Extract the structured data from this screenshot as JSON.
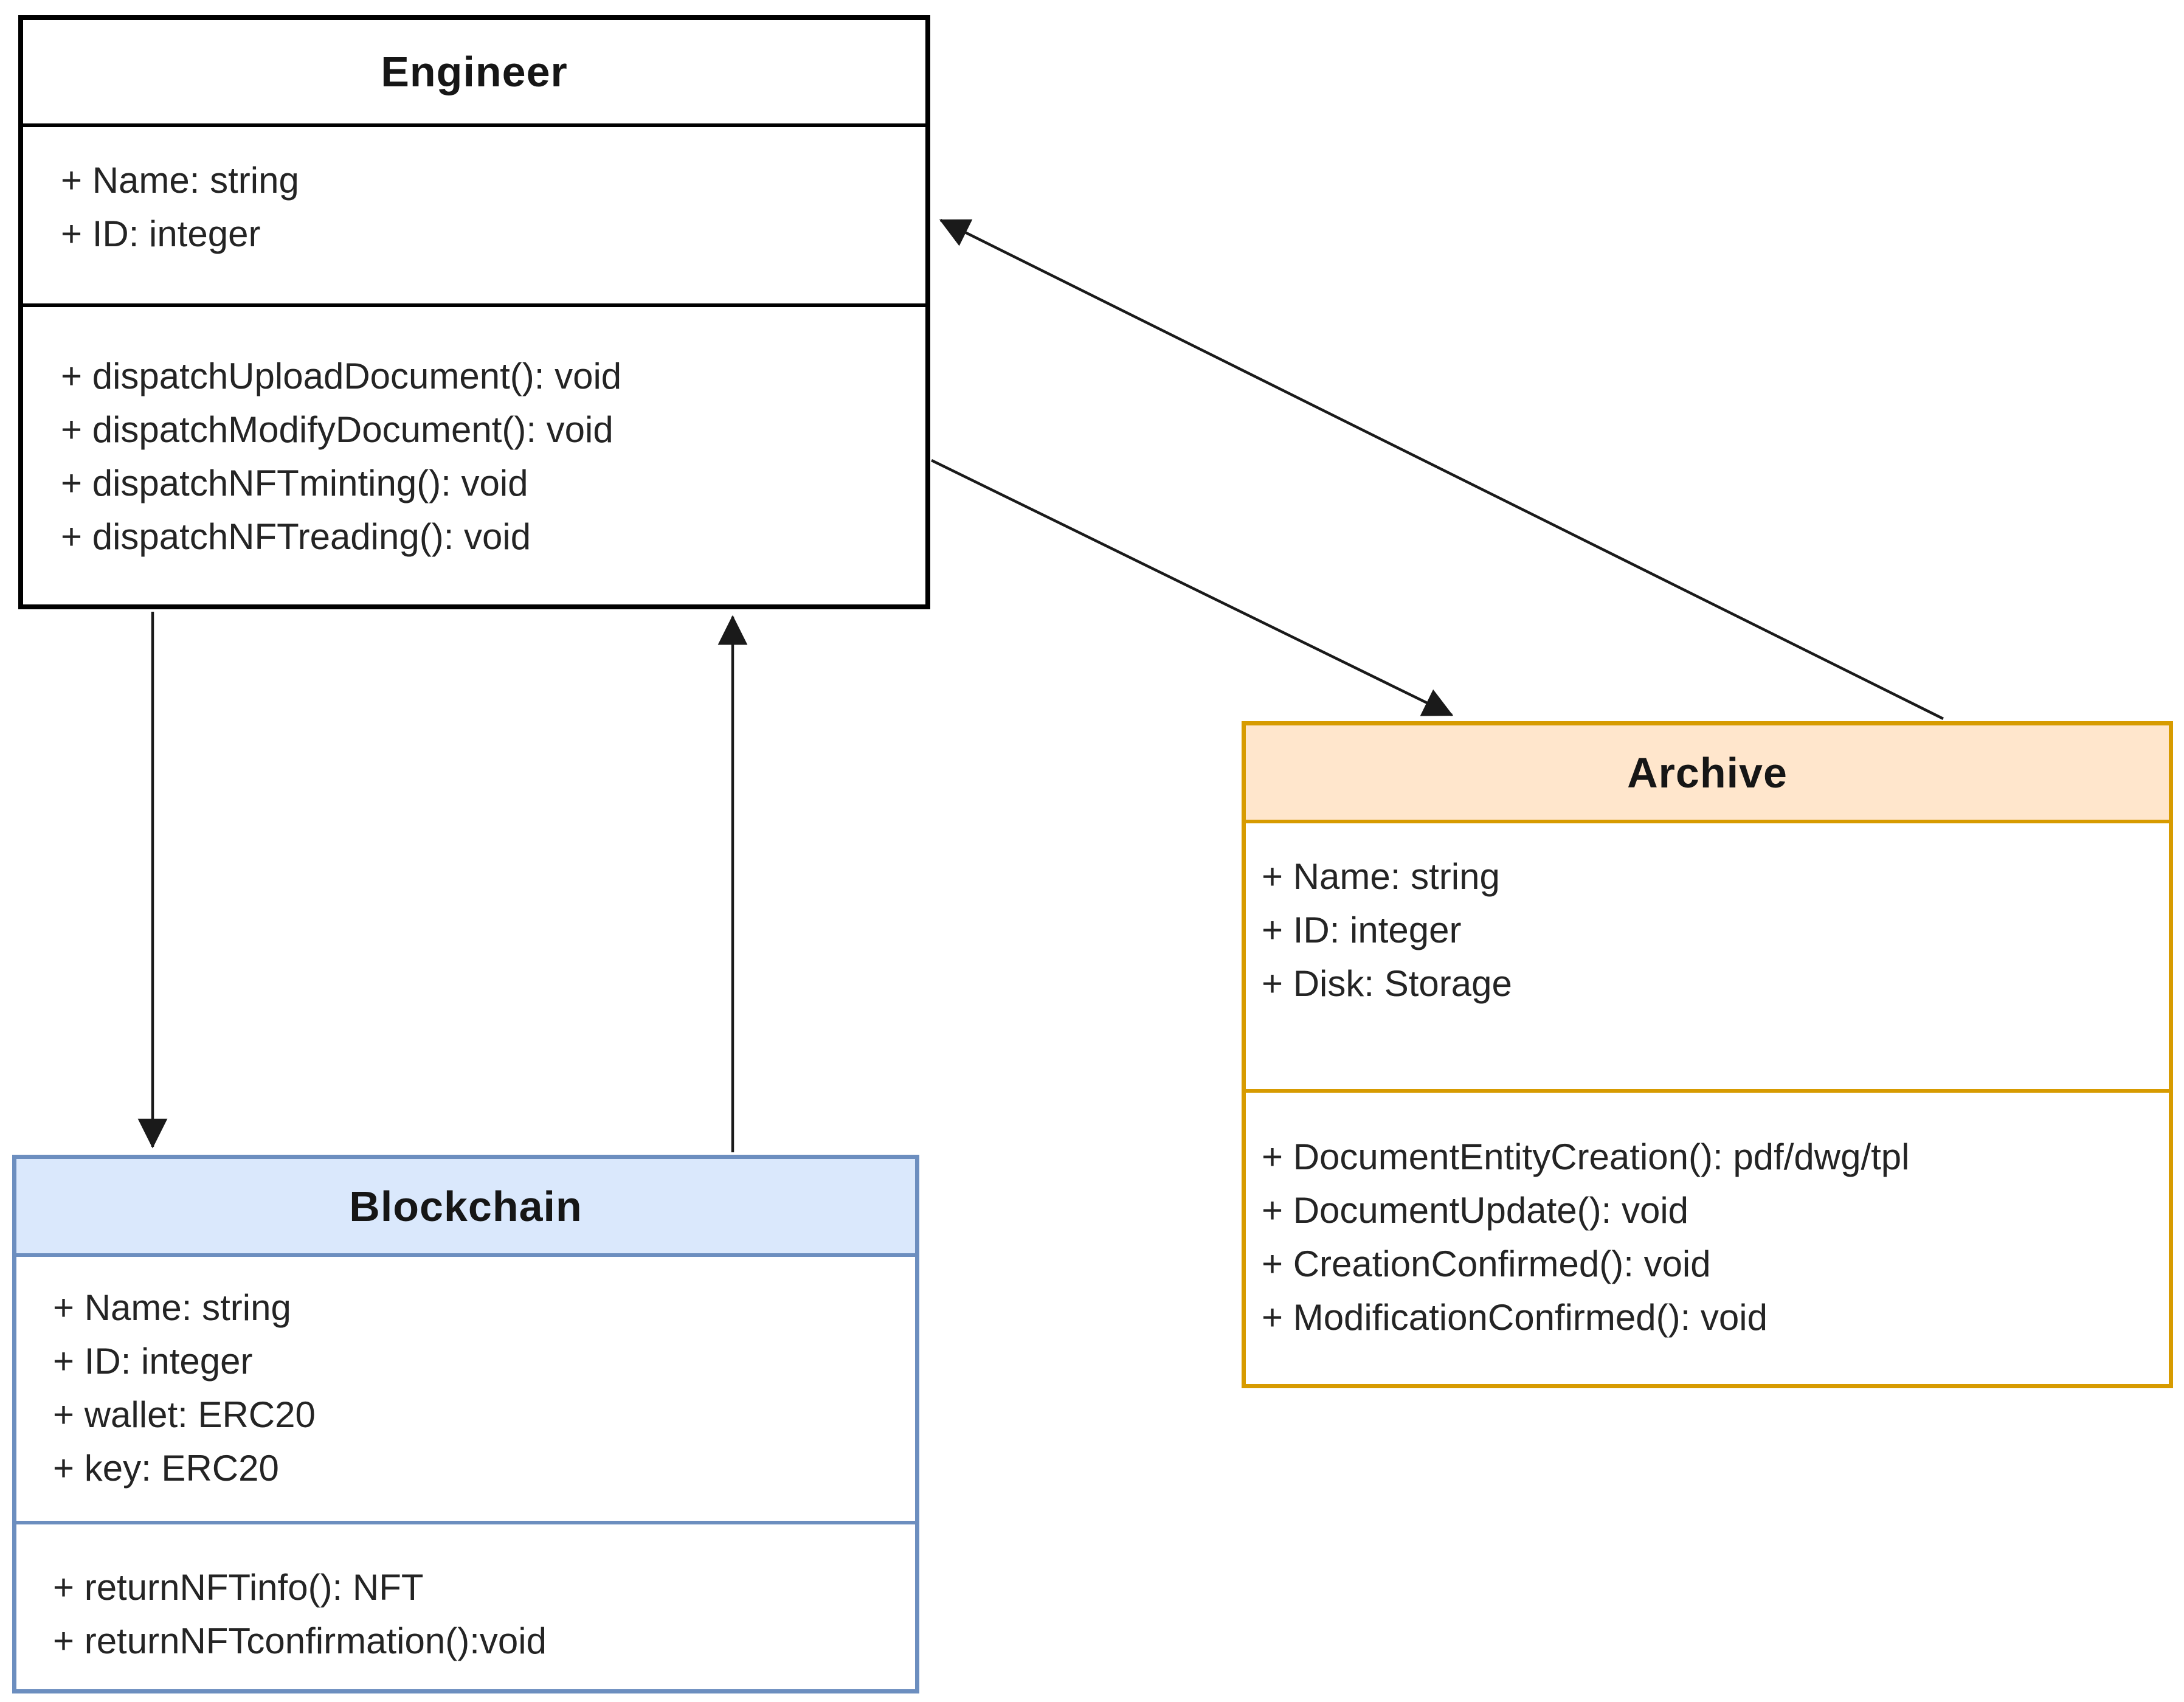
{
  "diagram_type": "uml-class-diagram",
  "classes": [
    {
      "id": "engineer",
      "title": "Engineer",
      "attributes": [
        "+ Name: string",
        "+ ID: integer"
      ],
      "methods": [
        "+ dispatchUploadDocument(): void",
        "+ dispatchModifyDocument(): void",
        "+ dispatchNFTminting(): void",
        "+ dispatchNFTreading(): void"
      ],
      "colors": {
        "header_fill": "#ffffff",
        "body_fill": "#ffffff",
        "border": "#000000"
      }
    },
    {
      "id": "archive",
      "title": "Archive",
      "attributes": [
        "+ Name: string",
        "+ ID: integer",
        "+ Disk: Storage"
      ],
      "methods": [
        "+ DocumentEntityCreation(): pdf/dwg/tpl",
        "+ DocumentUpdate(): void",
        "+ CreationConfirmed(): void",
        "+ ModificationConfirmed(): void"
      ],
      "colors": {
        "header_fill": "#ffe6cc",
        "body_fill": "#ffffff",
        "border": "#d79b00"
      }
    },
    {
      "id": "blockchain",
      "title": "Blockchain",
      "attributes": [
        "+ Name: string",
        "+ ID: integer",
        "+ wallet: ERC20",
        "+ key: ERC20"
      ],
      "methods": [
        "+ returnNFTinfo(): NFT",
        "+ returnNFTconfirmation():void"
      ],
      "colors": {
        "header_fill": "#dae8fc",
        "body_fill": "#ffffff",
        "border": "#6c8ebf"
      }
    }
  ],
  "connectors": [
    {
      "from": "Engineer",
      "to": "Blockchain",
      "type": "directed-association",
      "arrow_at": "Blockchain"
    },
    {
      "from": "Blockchain",
      "to": "Engineer",
      "type": "directed-association",
      "arrow_at": "Engineer"
    },
    {
      "from": "Engineer",
      "to": "Archive",
      "type": "directed-association",
      "arrow_at": "Archive"
    },
    {
      "from": "Archive",
      "to": "Engineer",
      "type": "directed-association",
      "arrow_at": "Engineer"
    }
  ],
  "connector_color": "#1a1a1a"
}
